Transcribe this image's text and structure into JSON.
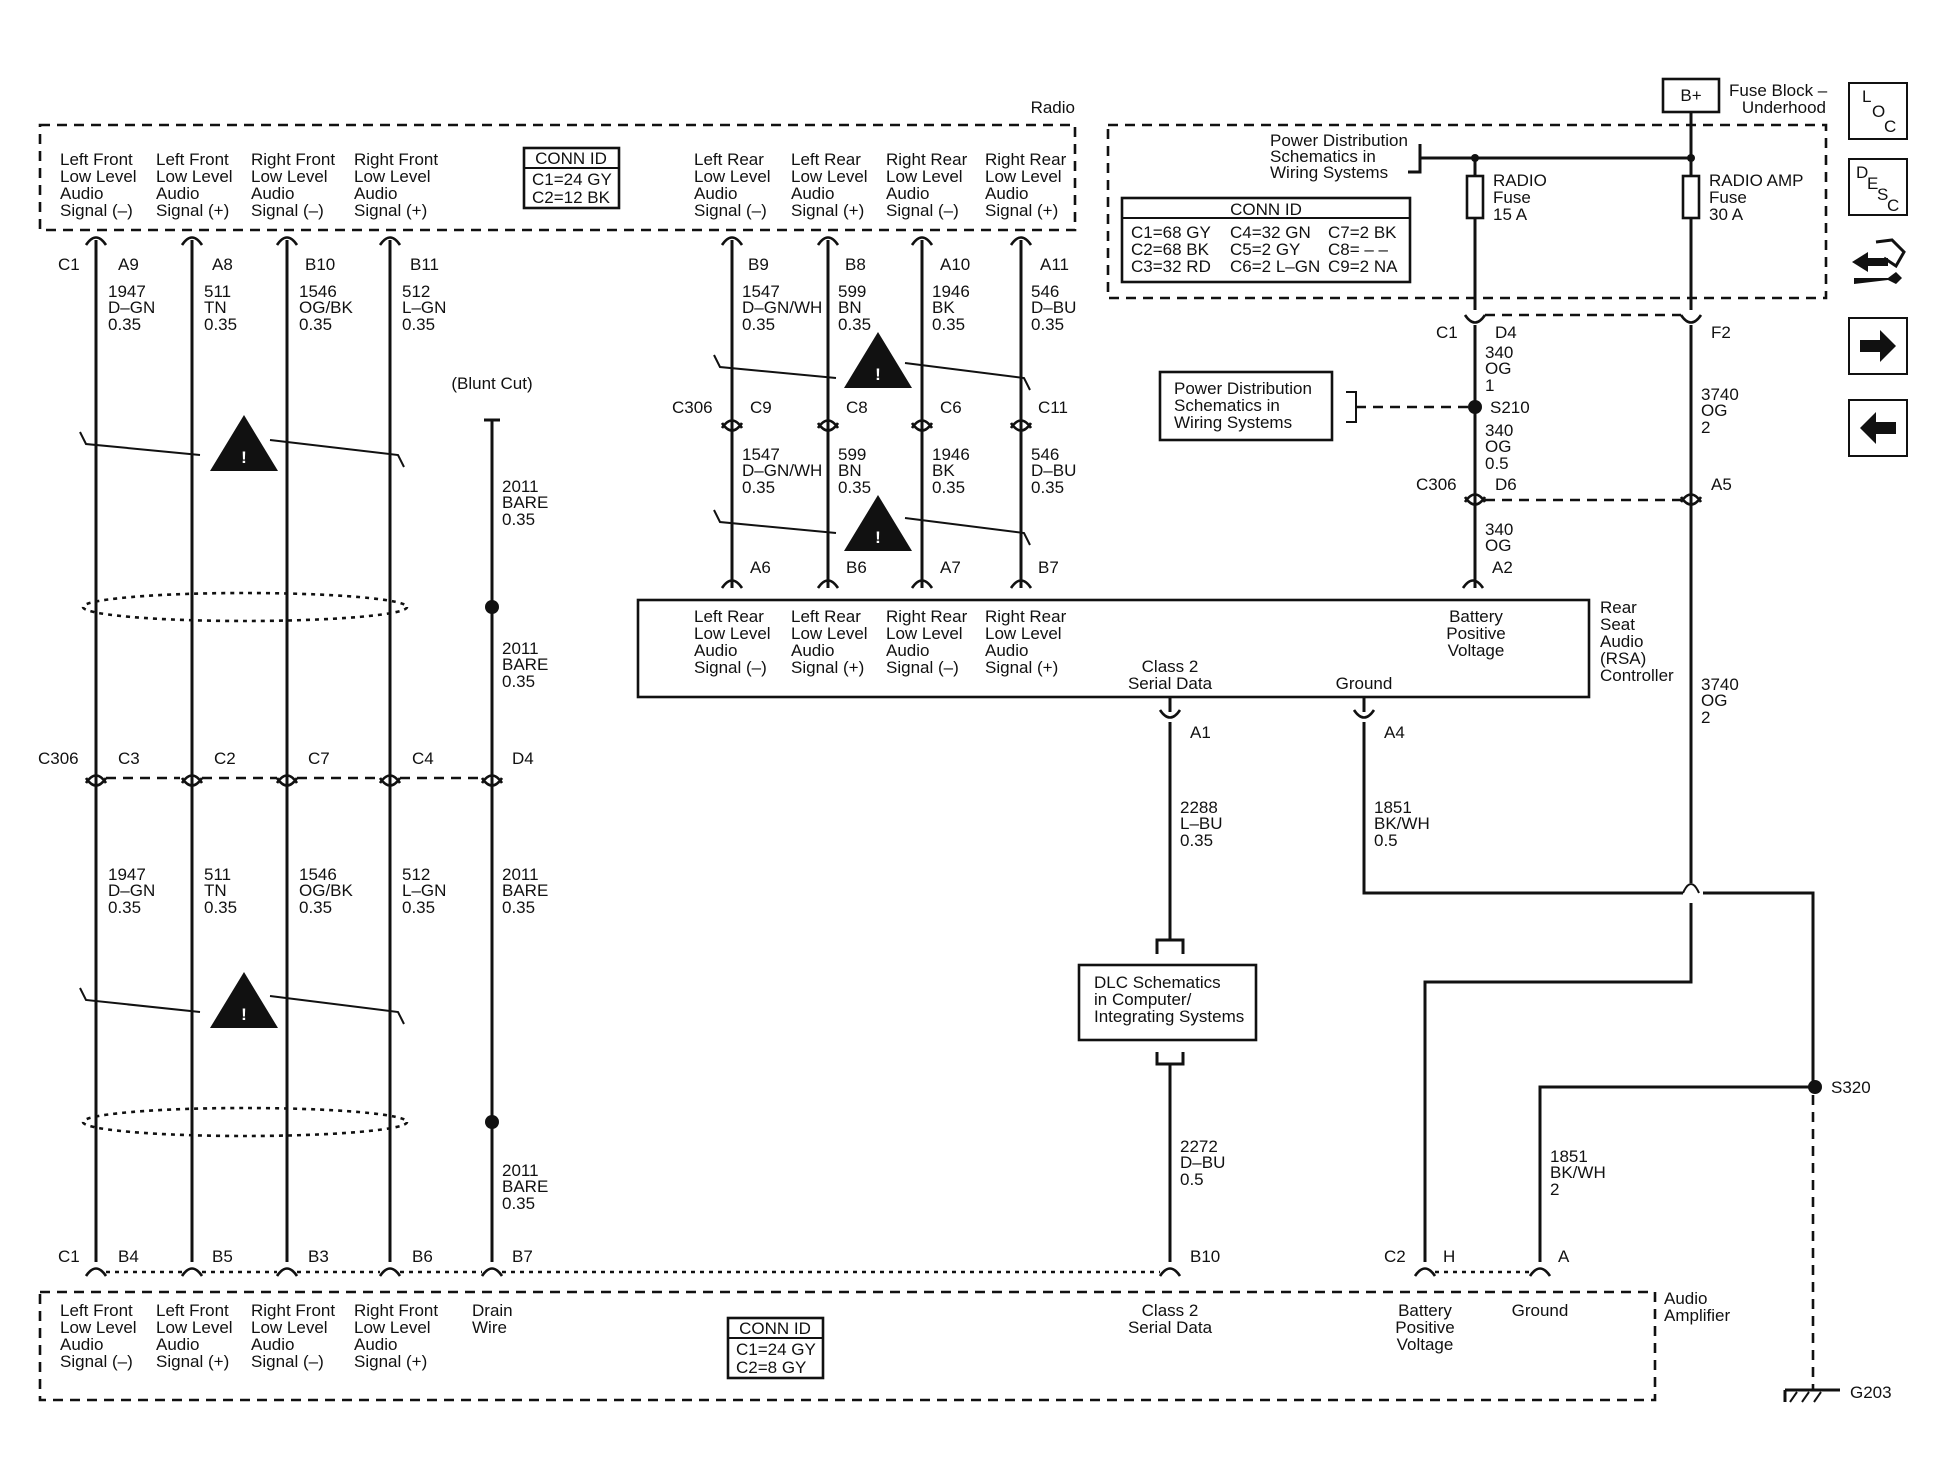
{
  "components": {
    "radio": "Radio",
    "rsa": [
      "Rear",
      "Seat",
      "Audio",
      "(RSA)",
      "Controller"
    ],
    "amplifier": [
      "Audio",
      "Amplifier"
    ],
    "fuse_block": [
      "Fuse Block –",
      "Underhood"
    ],
    "b_plus": "B+"
  },
  "radio_pins": [
    {
      "label": [
        "Left Front",
        "Low Level",
        "Audio",
        "Signal (–)"
      ],
      "pin": "A9"
    },
    {
      "label": [
        "Left Front",
        "Low Level",
        "Audio",
        "Signal (+)"
      ],
      "pin": "A8"
    },
    {
      "label": [
        "Right Front",
        "Low Level",
        "Audio",
        "Signal (–)"
      ],
      "pin": "B10"
    },
    {
      "label": [
        "Right Front",
        "Low Level",
        "Audio",
        "Signal (+)"
      ],
      "pin": "B11"
    },
    {
      "label": [
        "Left Rear",
        "Low Level",
        "Audio",
        "Signal (–)"
      ],
      "pin": "B9"
    },
    {
      "label": [
        "Left Rear",
        "Low Level",
        "Audio",
        "Signal (+)"
      ],
      "pin": "B8"
    },
    {
      "label": [
        "Right Rear",
        "Low Level",
        "Audio",
        "Signal (–)"
      ],
      "pin": "A10"
    },
    {
      "label": [
        "Right Rear",
        "Low Level",
        "Audio",
        "Signal (+)"
      ],
      "pin": "A11"
    }
  ],
  "radio_conn_prefix": "C1",
  "conn_id_radio": {
    "title": "CONN ID",
    "lines": [
      "C1=24 GY",
      "C2=12 BK"
    ]
  },
  "conn_id_fuse": {
    "title": "CONN ID",
    "lines": [
      "C1=68 GY",
      "C4=32 GN",
      "C7=2 BK",
      "C2=68 BK",
      "C5=2 GY",
      "C8= – –",
      "C3=32 RD",
      "C6=2 L–GN",
      "C9=2 NA"
    ]
  },
  "conn_id_amp": {
    "title": "CONN ID",
    "lines": [
      "C1=24 GY",
      "C2=8 GY"
    ]
  },
  "front_wires": [
    [
      "1947",
      "D–GN",
      "0.35"
    ],
    [
      "511",
      "TN",
      "0.35"
    ],
    [
      "1546",
      "OG/BK",
      "0.35"
    ],
    [
      "512",
      "L–GN",
      "0.35"
    ]
  ],
  "drain_wire": [
    "2011",
    "BARE",
    "0.35"
  ],
  "blunt_cut": "(Blunt Cut)",
  "c306_front": {
    "name": "C306",
    "pins": [
      "C3",
      "C2",
      "C7",
      "C4",
      "D4"
    ]
  },
  "rear_wires": [
    [
      "1547",
      "D–GN/WH",
      "0.35"
    ],
    [
      "599",
      "BN",
      "0.35"
    ],
    [
      "1946",
      "BK",
      "0.35"
    ],
    [
      "546",
      "D–BU",
      "0.35"
    ]
  ],
  "c306_rear": {
    "name": "C306",
    "pins": [
      "C9",
      "C8",
      "C6",
      "C11"
    ]
  },
  "rsa_pins": [
    "A6",
    "B6",
    "A7",
    "B7"
  ],
  "rsa_labels": [
    [
      "Left Rear",
      "Low Level",
      "Audio",
      "Signal (–)"
    ],
    [
      "Left Rear",
      "Low Level",
      "Audio",
      "Signal (+)"
    ],
    [
      "Right Rear",
      "Low Level",
      "Audio",
      "Signal (–)"
    ],
    [
      "Right Rear",
      "Low Level",
      "Audio",
      "Signal (+)"
    ]
  ],
  "rsa_battery": {
    "label": [
      "Battery",
      "Positive",
      "Voltage"
    ],
    "pin": "A2"
  },
  "rsa_class2": {
    "label": [
      "Class 2",
      "Serial Data"
    ],
    "pin": "A1"
  },
  "rsa_ground": {
    "label": "Ground",
    "pin": "A4"
  },
  "power_dist": [
    "Power Distribution",
    "Schematics in",
    "Wiring Systems"
  ],
  "radio_fuse": [
    "RADIO",
    "Fuse",
    "15 A"
  ],
  "amp_fuse": [
    "RADIO AMP",
    "Fuse",
    "30 A"
  ],
  "fuse_pins": {
    "c1": "C1",
    "d4": "D4",
    "f2": "F2"
  },
  "wire_340_1": [
    "340",
    "OG",
    "1"
  ],
  "wire_340_05": [
    "340",
    "OG",
    "0.5"
  ],
  "wire_340": [
    "340",
    "OG"
  ],
  "s210": "S210",
  "c306_right": {
    "name": "C306",
    "d6": "D6",
    "a5": "A5"
  },
  "wire_3740_a": [
    "3740",
    "OG",
    "2"
  ],
  "wire_3740_b": [
    "3740",
    "OG",
    "2"
  ],
  "wire_2288": [
    "2288",
    "L–BU",
    "0.35"
  ],
  "wire_1851_a": [
    "1851",
    "BK/WH",
    "0.5"
  ],
  "wire_1851_b": [
    "1851",
    "BK/WH",
    "2"
  ],
  "wire_2272": [
    "2272",
    "D–BU",
    "0.5"
  ],
  "dlc": [
    "DLC Schematics",
    "in Computer/",
    "Integrating Systems"
  ],
  "s320": "S320",
  "g203": "G203",
  "amp_pins_c1": {
    "name": "C1",
    "pins": [
      "B4",
      "B5",
      "B3",
      "B6",
      "B7",
      "B10"
    ]
  },
  "amp_pins_c2": {
    "name": "C2",
    "pins": [
      "H",
      "A"
    ]
  },
  "amp_labels": [
    [
      "Left Front",
      "Low Level",
      "Audio",
      "Signal (–)"
    ],
    [
      "Left Front",
      "Low Level",
      "Audio",
      "Signal (+)"
    ],
    [
      "Right Front",
      "Low Level",
      "Audio",
      "Signal (–)"
    ],
    [
      "Right Front",
      "Low Level",
      "Audio",
      "Signal (+)"
    ],
    [
      "Drain",
      "Wire"
    ]
  ],
  "amp_class2": [
    "Class 2",
    "Serial Data"
  ],
  "amp_battery": [
    "Battery",
    "Positive",
    "Voltage"
  ],
  "amp_ground": "Ground",
  "nav": {
    "loc": [
      "L",
      "O",
      "C"
    ],
    "desc": [
      "D",
      "E",
      "S",
      "C"
    ]
  }
}
